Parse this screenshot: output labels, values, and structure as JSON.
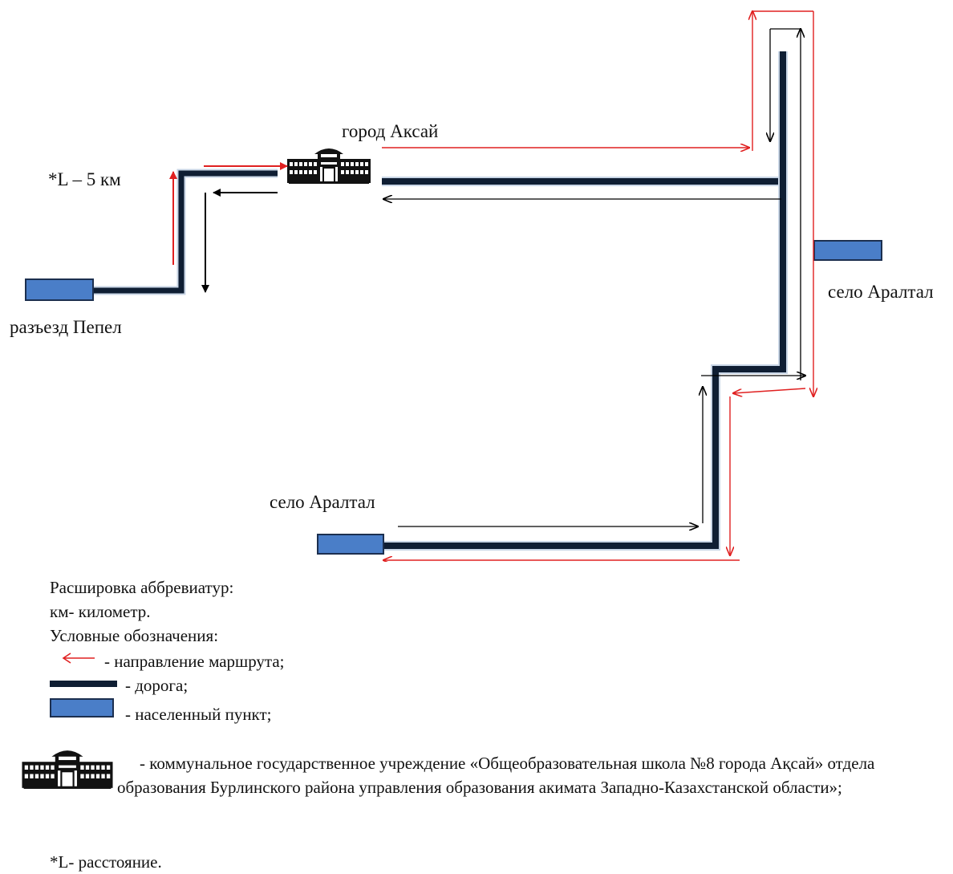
{
  "labels": {
    "city": "город Аксай",
    "distance": "*L – 5 км",
    "razezd": "разъезд Пепел",
    "village_east": "село Аралтал",
    "village_south": "село Аралтал"
  },
  "legend": {
    "abbr_title": "Расшировка аббревиатур:",
    "abbr_km": "км-  километр.",
    "symbols_title": "Условные обозначения:",
    "route": "- направление маршрута;",
    "road": "- дорога;",
    "settlement": "- населенный пункт;",
    "school": "- коммунальное государственное учреждение «Общеобразовательная школа №8 города Ақсай» отдела образования Бурлинского района управления образования акимата Западно-Казахстанской области»;",
    "distance_note": "*L-   расстояние."
  },
  "icons": {
    "school": "school-building-icon",
    "route_arrow": "red-arrow-icon"
  },
  "colors": {
    "road": "#0f1e33",
    "road_edge": "#c9d6e6",
    "settlement": "#4a7ec8",
    "route_red": "#e02020",
    "route_black": "#000000"
  }
}
